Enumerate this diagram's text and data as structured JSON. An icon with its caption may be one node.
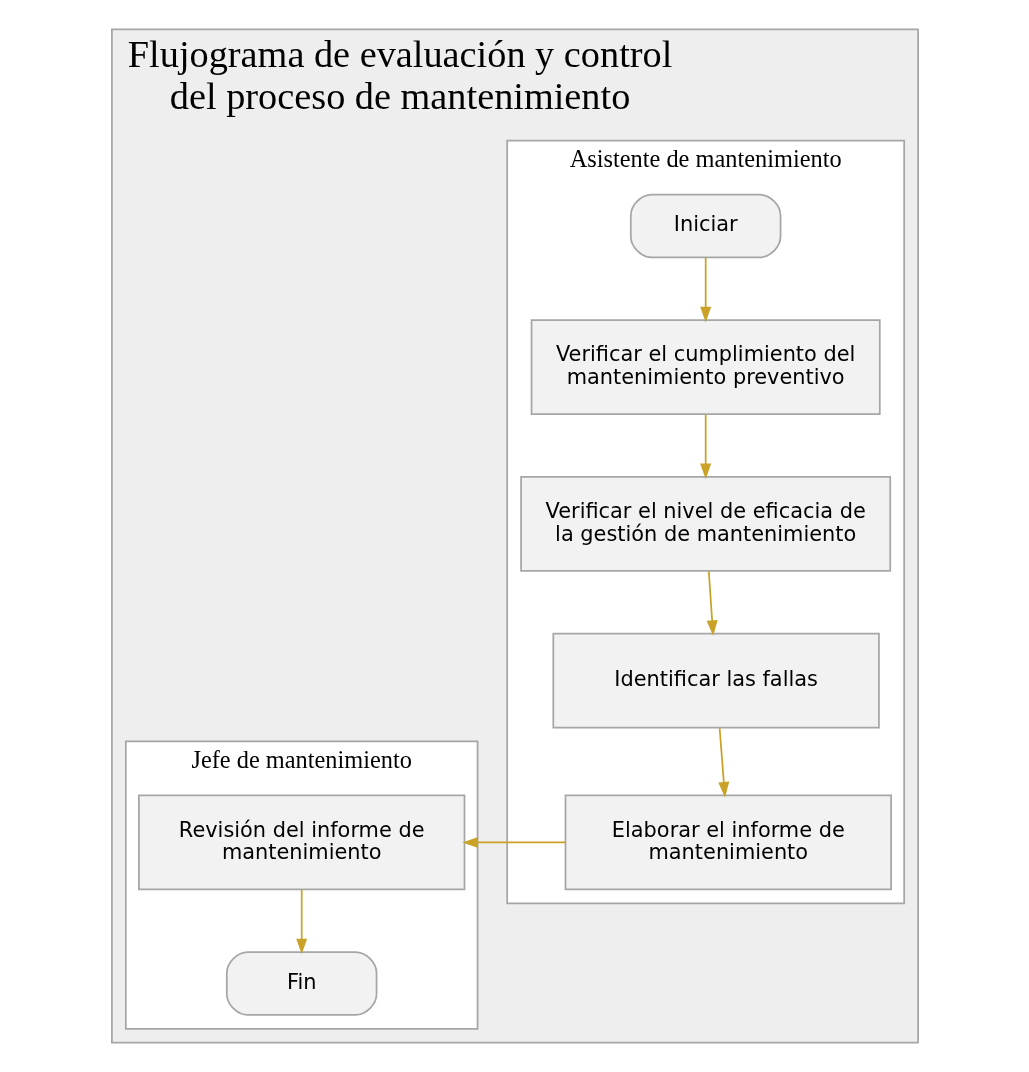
{
  "diagram": {
    "nodes": [
      {
        "text": [
          "Flujograma de evaluación y control del proceso de mantenimiento"
        ]
      },
      {
        "text": [
          "Asistente de mantenimiento"
        ],
        "in": 0
      },
      {
        "text": [
          "Jefe de mantenimiento"
        ],
        "in": 0
      },
      {
        "text": [
          "Iniciar"
        ],
        "in": 1
      },
      {
        "text": [
          "Verificar el cumplimiento del mantenimiento preventivo"
        ],
        "in": 1
      },
      {
        "text": [
          "Verificar el nivel de eficacia de la gestión de mantenimiento"
        ],
        "in": 1
      },
      {
        "text": [
          "Identificar las fallas"
        ],
        "in": 1
      },
      {
        "text": [
          "Elaborar el informe de mantenimiento"
        ],
        "in": 1
      },
      {
        "text": [
          "Revisión del informe de mantenimiento"
        ],
        "in": 2
      },
      {
        "text": [
          "Fin"
        ],
        "in": 2
      }
    ],
    "edges": [
      {
        "from": 3,
        "to": 4,
        "arrow": "to"
      },
      {
        "from": 4,
        "to": 5,
        "arrow": "to"
      },
      {
        "from": 5,
        "to": 6,
        "arrow": "to"
      },
      {
        "from": 6,
        "to": 7,
        "arrow": "to"
      },
      {
        "from": 7,
        "to": 8,
        "arrow": "to"
      },
      {
        "from": 8,
        "to": 9,
        "arrow": "to"
      }
    ]
  }
}
